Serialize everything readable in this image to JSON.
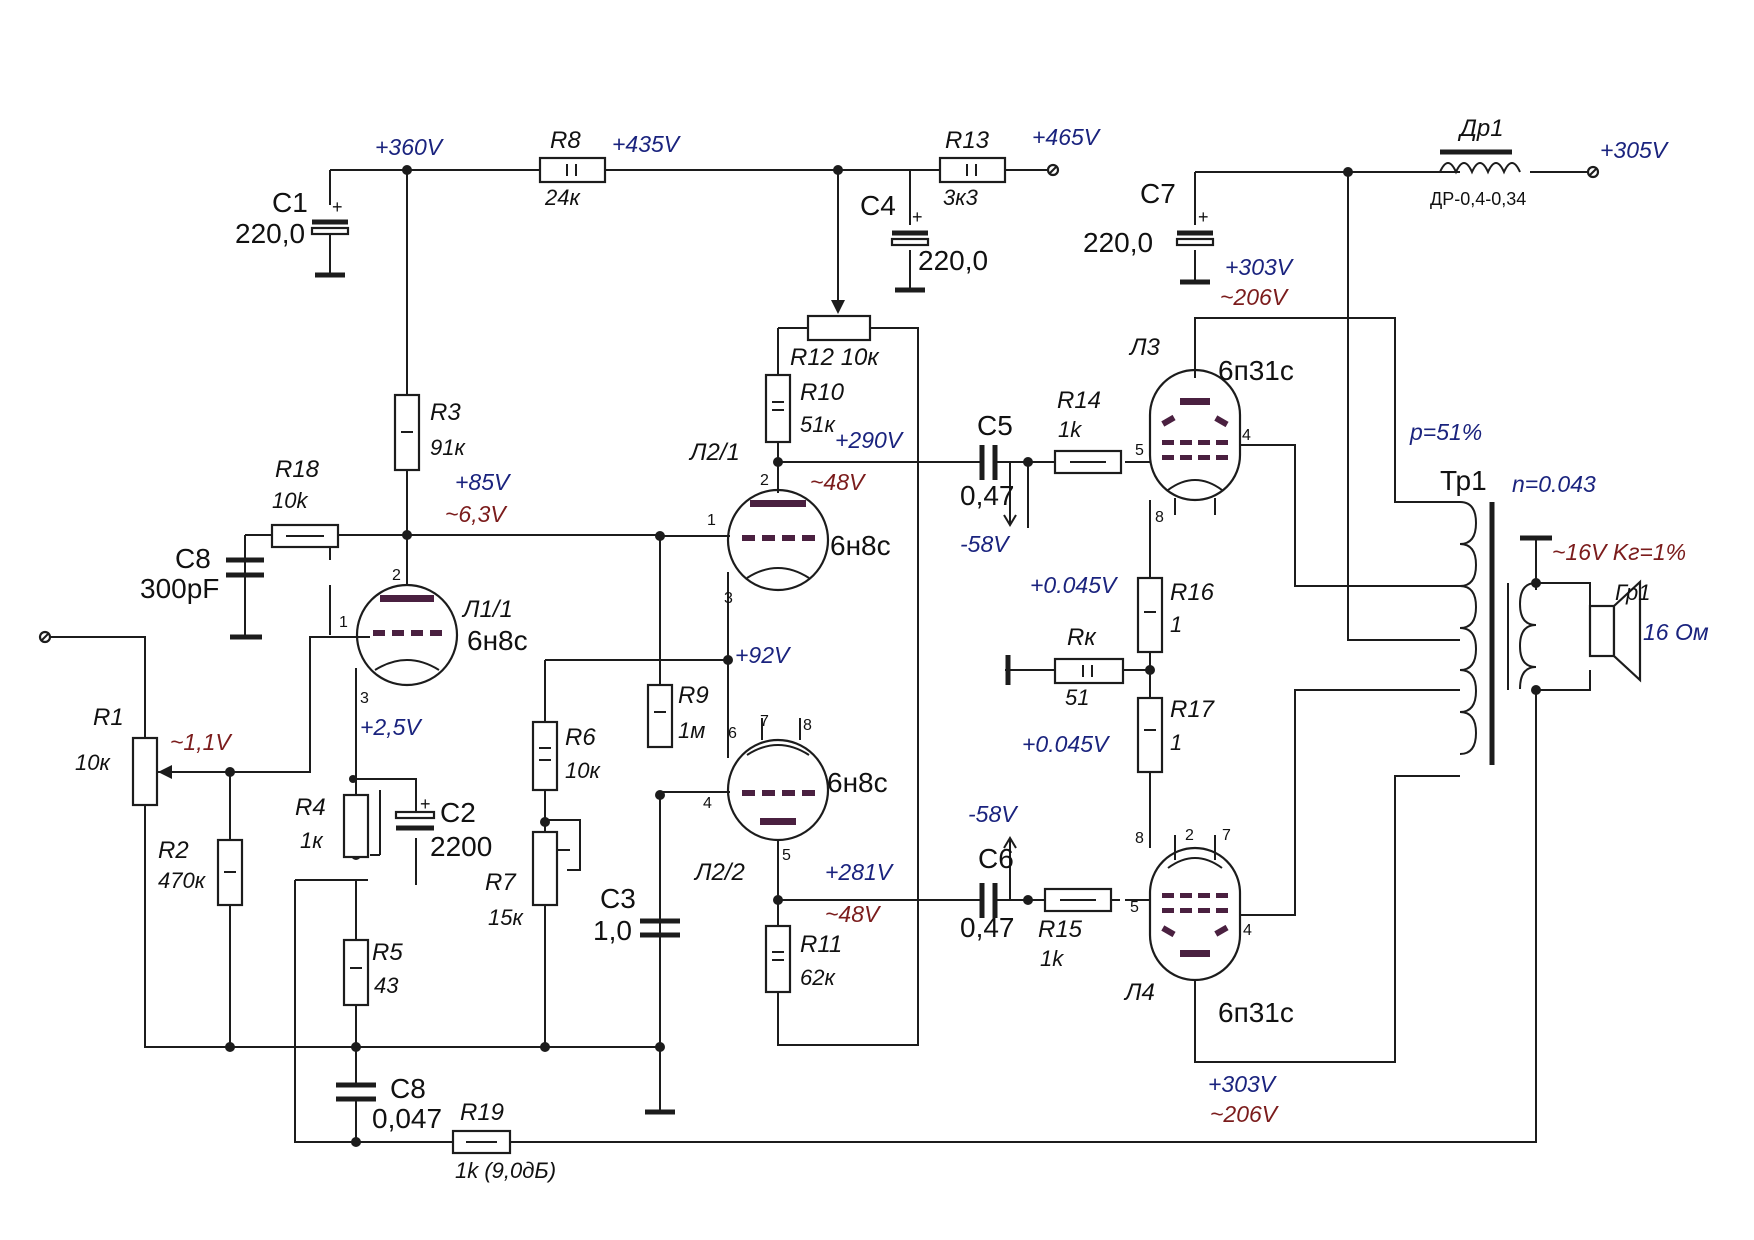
{
  "resistors": {
    "R1": {
      "name": "R1",
      "value": "10к"
    },
    "R2": {
      "name": "R2",
      "value": "470к"
    },
    "R3": {
      "name": "R3",
      "value": "91к"
    },
    "R4": {
      "name": "R4",
      "value": "1к"
    },
    "R5": {
      "name": "R5",
      "value": "43"
    },
    "R6": {
      "name": "R6",
      "value": "10к"
    },
    "R7": {
      "name": "R7",
      "value": "15к"
    },
    "R8": {
      "name": "R8",
      "value": "24к"
    },
    "R9": {
      "name": "R9",
      "value": "1м"
    },
    "R10": {
      "name": "R10",
      "value": "51к"
    },
    "R11": {
      "name": "R11",
      "value": "62к"
    },
    "R12": {
      "name": "R12 10к"
    },
    "R13": {
      "name": "R13",
      "value": "3к3"
    },
    "R14": {
      "name": "R14",
      "value": "1k"
    },
    "R15": {
      "name": "R15",
      "value": "1k"
    },
    "R16": {
      "name": "R16",
      "value": "1"
    },
    "R17": {
      "name": "R17",
      "value": "1"
    },
    "R18": {
      "name": "R18",
      "value": "10k"
    },
    "R19": {
      "name": "R19",
      "value": "1k  (9,0дБ)"
    },
    "RK": {
      "name": "Rк",
      "value": "51"
    }
  },
  "capacitors": {
    "C1": {
      "name": "C1",
      "value": "220,0"
    },
    "C2": {
      "name": "C2",
      "value": "2200"
    },
    "C3": {
      "name": "C3",
      "value": "1,0"
    },
    "C4": {
      "name": "C4",
      "value": "220,0"
    },
    "C5": {
      "name": "C5",
      "value": "0,47"
    },
    "C6": {
      "name": "C6",
      "value": "0,47"
    },
    "C7": {
      "name": "C7",
      "value": "220,0"
    },
    "C8a": {
      "name": "C8",
      "value": "300pF"
    },
    "C8b": {
      "name": "C8",
      "value": "0,047"
    }
  },
  "tubes": {
    "L1": {
      "name": "Л1/1",
      "type": "6н8с"
    },
    "L21": {
      "name": "Л2/1",
      "type": "6н8с"
    },
    "L22": {
      "name": "Л2/2",
      "type": "6н8с"
    },
    "L3": {
      "name": "Л3",
      "type": "6п31с"
    },
    "L4": {
      "name": "Л4",
      "type": "6п31с"
    }
  },
  "pins": {
    "p1": "1",
    "p2": "2",
    "p3": "3",
    "p4": "4",
    "p5": "5",
    "p6": "6",
    "p7": "7",
    "p8": "8"
  },
  "choke": {
    "name": "Др1",
    "value": "ДР-0,4-0,34"
  },
  "transformer": {
    "name": "Тр1",
    "p": "p=51%",
    "n": "n=0.043"
  },
  "speaker": {
    "name": "Гр1",
    "value": "16 Ом",
    "output": "~16V Kг=1%"
  },
  "voltages": {
    "v360": "+360V",
    "v435": "+435V",
    "v465": "+465V",
    "v305": "+305V",
    "v303a": "+303V",
    "v206a": "~206V",
    "v303b": "+303V",
    "v206b": "~206V",
    "v290": "+290V",
    "v48a": "~48V",
    "v281": "+281V",
    "v48b": "~48V",
    "v85": "+85V",
    "v63": "~6,3V",
    "v92": "+92V",
    "v25": "+2,5V",
    "v11": "~1,1V",
    "v58a": "-58V",
    "v58b": "-58V",
    "v045a": "+0.045V",
    "v045b": "+0.045V"
  },
  "colors": {
    "dc_voltage": "#1a237e",
    "ac_voltage": "#7b1c1c",
    "tube_electrodes": "#4a2040"
  }
}
